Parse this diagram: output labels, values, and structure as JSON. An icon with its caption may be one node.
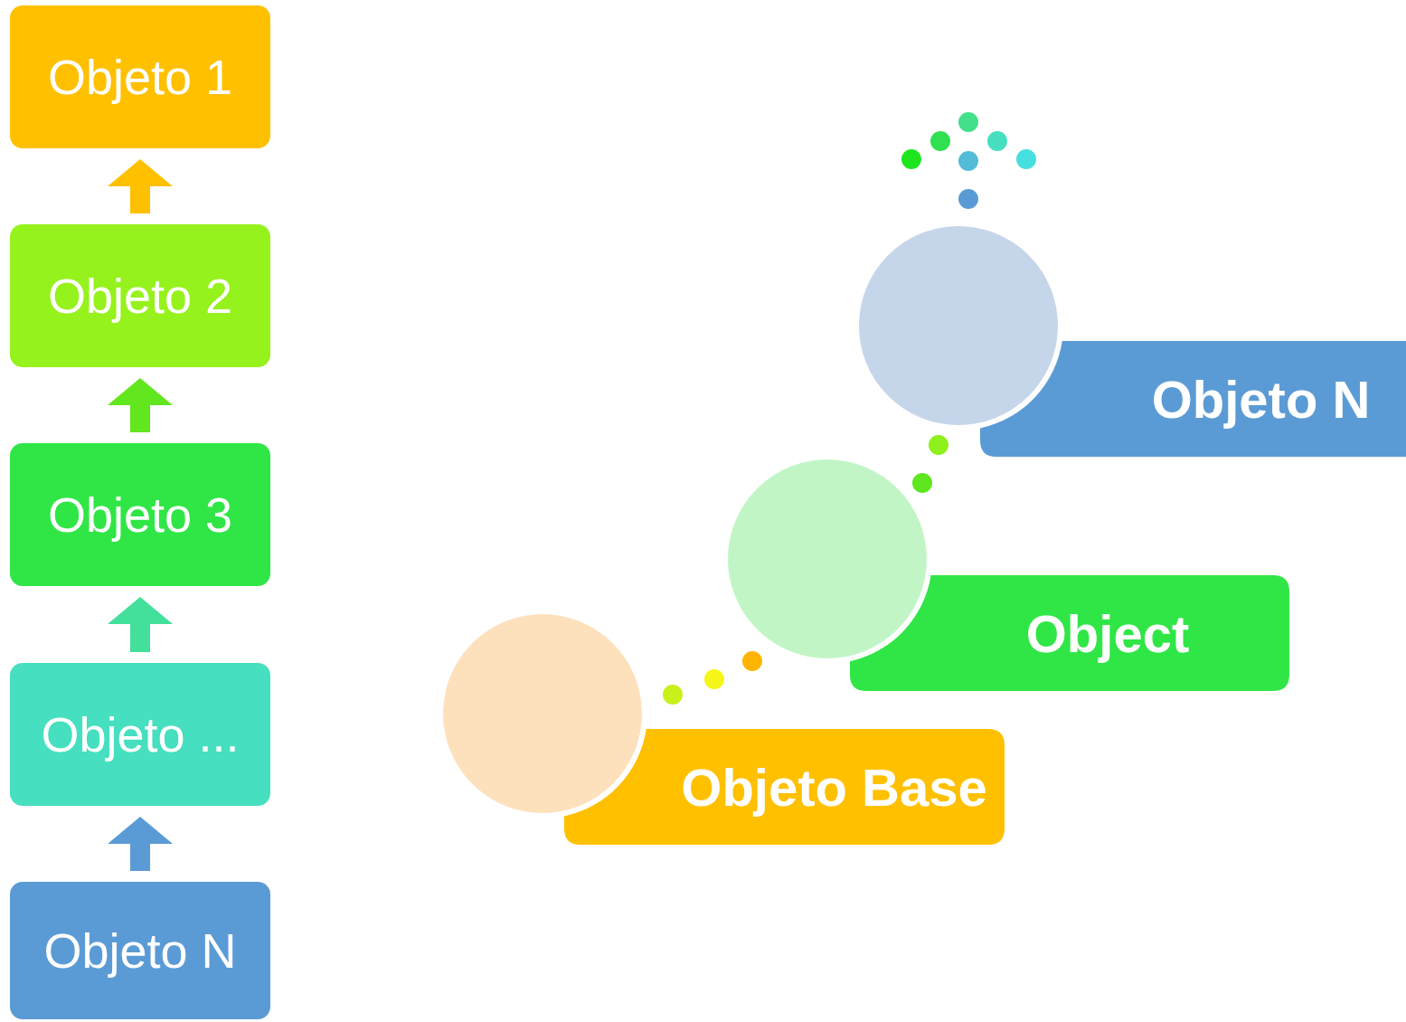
{
  "diagram": {
    "nodes": [
      {
        "text": [
          "Objeto 1"
        ]
      },
      {
        "text": [
          "Objeto 2"
        ]
      },
      {
        "text": [
          "Objeto 3"
        ]
      },
      {
        "text": [
          "Objeto ..."
        ]
      },
      {
        "text": [
          "Objeto N"
        ]
      },
      {
        "text": [],
        "shape": "circle"
      },
      {
        "text": [
          "Objeto N"
        ]
      },
      {
        "text": [],
        "shape": "circle"
      },
      {
        "text": [
          "Object"
        ]
      },
      {
        "text": [],
        "shape": "circle"
      },
      {
        "text": [
          "Objeto Base"
        ]
      }
    ],
    "edges": [
      {
        "from": 1,
        "to": 0,
        "arrow": "to",
        "style": "thick",
        "color": "#ffc000"
      },
      {
        "from": 2,
        "to": 1,
        "arrow": "to",
        "style": "thick",
        "color": "#62e61e"
      },
      {
        "from": 3,
        "to": 2,
        "arrow": "to",
        "style": "thick",
        "color": "#42e09a"
      },
      {
        "from": 4,
        "to": 3,
        "arrow": "to",
        "style": "thick",
        "color": "#5b9bd5"
      }
    ]
  }
}
